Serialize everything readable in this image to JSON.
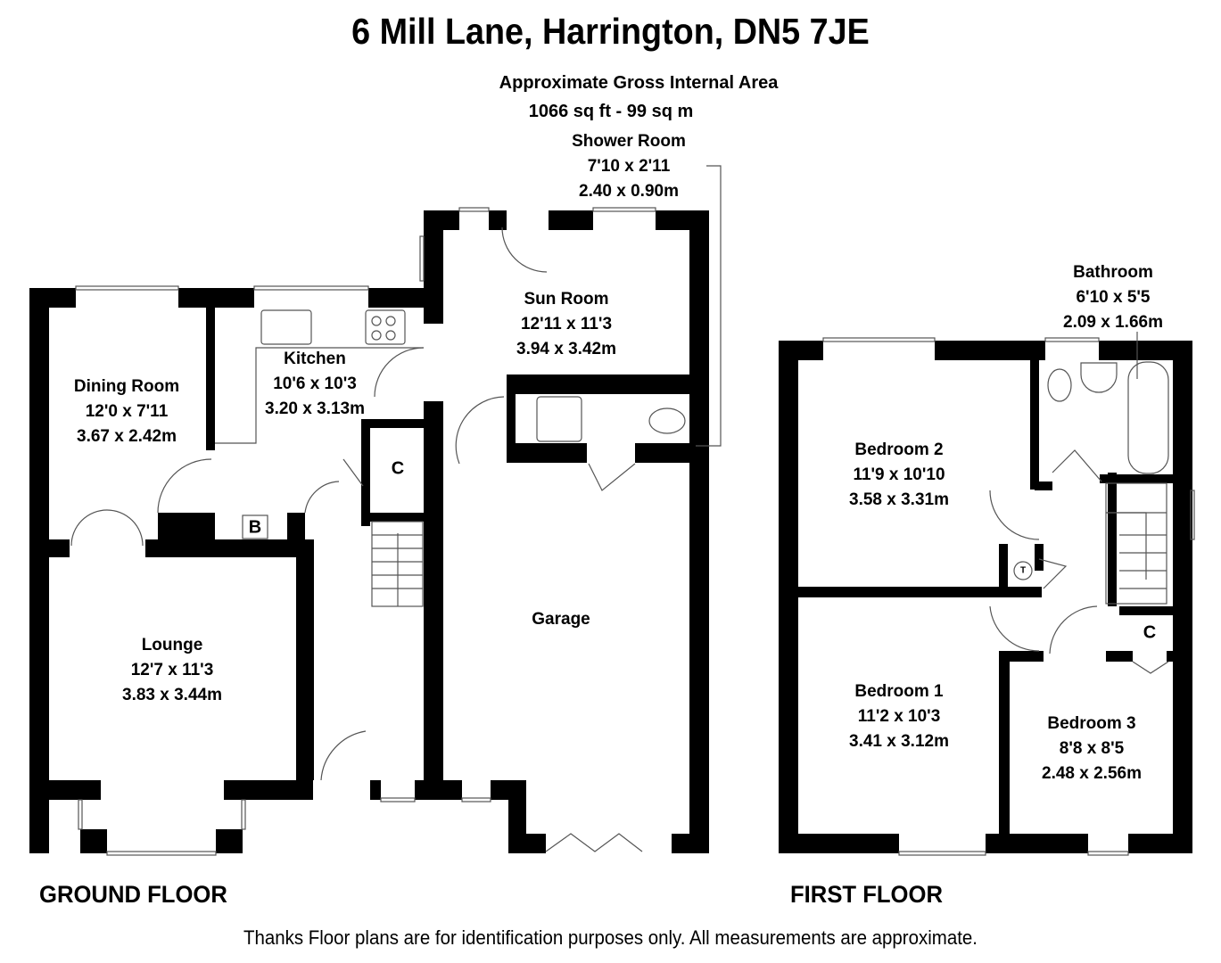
{
  "header": {
    "title": "6 Mill Lane, Harrington, DN5 7JE",
    "area_heading": "Approximate Gross Internal Area",
    "area_value": "1066 sq ft - 99 sq m"
  },
  "floors": {
    "ground": {
      "label": "GROUND FLOOR",
      "rooms": [
        {
          "name": "Dining Room",
          "imperial": "12'0 x 7'11",
          "metric": "3.67 x 2.42m"
        },
        {
          "name": "Kitchen",
          "imperial": "10'6 x 10'3",
          "metric": "3.20 x 3.13m"
        },
        {
          "name": "Sun Room",
          "imperial": "12'11 x 11'3",
          "metric": "3.94 x 3.42m"
        },
        {
          "name": "Shower Room",
          "imperial": "7'10 x 2'11",
          "metric": "2.40 x 0.90m"
        },
        {
          "name": "Lounge",
          "imperial": "12'7 x 11'3",
          "metric": "3.83 x 3.44m"
        },
        {
          "name": "Garage",
          "imperial": "",
          "metric": ""
        }
      ],
      "tags": [
        {
          "text": "C",
          "meaning": "cupboard"
        },
        {
          "text": "B",
          "meaning": "boiler"
        }
      ]
    },
    "first": {
      "label": "FIRST FLOOR",
      "rooms": [
        {
          "name": "Bathroom",
          "imperial": "6'10 x 5'5",
          "metric": "2.09 x 1.66m"
        },
        {
          "name": "Bedroom 2",
          "imperial": "11'9 x 10'10",
          "metric": "3.58 x 3.31m"
        },
        {
          "name": "Bedroom 1",
          "imperial": "11'2 x 10'3",
          "metric": "3.41 x 3.12m"
        },
        {
          "name": "Bedroom 3",
          "imperial": "8'8 x 8'5",
          "metric": "2.48 x 2.56m"
        }
      ],
      "tags": [
        {
          "text": "C",
          "meaning": "cupboard"
        },
        {
          "text": "T",
          "meaning": "tank"
        }
      ]
    }
  },
  "footer": {
    "disclaimer": "Thanks Floor plans are for identification purposes only. All measurements are approximate."
  },
  "colors": {
    "wall": "#000000",
    "background": "#ffffff",
    "fixture_line": "#555555"
  }
}
